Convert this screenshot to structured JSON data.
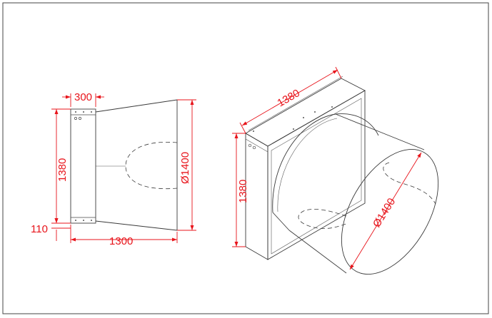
{
  "side_view": {
    "dim_depth": "300",
    "dim_height": "1380",
    "dim_diameter": "Ø1400",
    "dim_length": "1300",
    "dim_flange": "110"
  },
  "iso_view": {
    "dim_width": "1380",
    "dim_height": "1380",
    "dim_diameter": "Ø1400"
  },
  "colors": {
    "dimension": "#e8141b",
    "outline": "#3a3a3a"
  }
}
